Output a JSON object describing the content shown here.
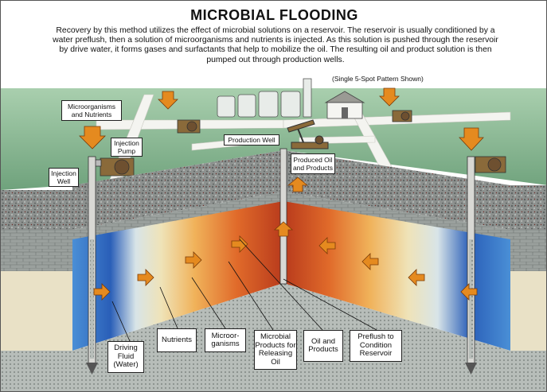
{
  "title": "MICROBIAL FLOODING",
  "description": "Recovery by this method utilizes the effect of microbial solutions on a reservoir. The reservoir is usually conditioned by a water preflush, then a solution of microorganisms and nutrients is injected. As this solution is pushed through the reservoir by drive water, it forms gases and surfactants that help to mobilize the oil. The resulting oil and product solution is then pumped out through production wells.",
  "pattern_note": "(Single 5-Spot Pattern Shown)",
  "surface_labels": {
    "microorganisms_nutrients": "Microorganisms and Nutrients",
    "injection_pump": "Injection Pump",
    "injection_well": "Injection Well",
    "production_well": "Production Well",
    "produced_oil": "Produced Oil and Products"
  },
  "zone_labels": [
    "Driving Fluid (Water)",
    "Nutrients",
    "Microor- ganisms",
    "Microbial Products for Releasing Oil",
    "Oil and Products",
    "Preflush to Condition Reservoir"
  ],
  "colors": {
    "arrow": "#e58a1f",
    "water": "#2f6fc4",
    "nutrient": "#e9e3c8",
    "oil": "#c0421e",
    "ground": "#7fb08c",
    "rock": "#8a8f8e"
  }
}
